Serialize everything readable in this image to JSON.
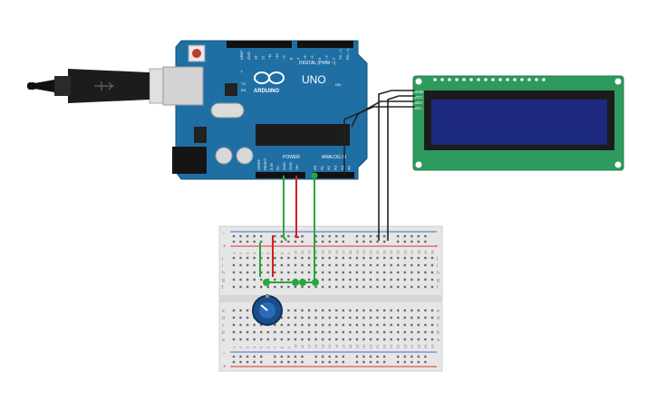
{
  "arduino": {
    "brand": "ARDUINO",
    "model": "UNO",
    "digital_label": "DIGITAL (PWM ~)",
    "power_label": "POWER",
    "analog_label": "ANALOG IN",
    "on_label": "ON",
    "led_labels": [
      "L",
      "TX",
      "RX"
    ],
    "digital_pins": [
      "AREF",
      "GND",
      "13",
      "12",
      "~11",
      "~10",
      "~9",
      "8",
      "7",
      "~6",
      "~5",
      "4",
      "~3",
      "2",
      "TX→1",
      "RX←0"
    ],
    "power_pins": [
      "IOREF",
      "RESET",
      "3.3V",
      "5V",
      "GND",
      "GND",
      "Vin"
    ],
    "analog_pins": [
      "A0",
      "A1",
      "A2",
      "A3",
      "A4",
      "A5"
    ]
  },
  "lcd": {
    "pins": [
      "GND",
      "VCC",
      "SDA",
      "SCL"
    ]
  },
  "breadboard": {
    "row_letters_top": [
      "j",
      "i",
      "h",
      "g",
      "f"
    ],
    "row_letters_bottom": [
      "e",
      "d",
      "c",
      "b",
      "a"
    ],
    "rail_plus": "+",
    "rail_minus": "-",
    "column_numbers": [
      "1",
      "2",
      "3",
      "4",
      "5",
      "6",
      "7",
      "8",
      "9",
      "10",
      "11",
      "12",
      "13",
      "14",
      "15",
      "16",
      "17",
      "18",
      "19",
      "20",
      "21",
      "22",
      "23",
      "24",
      "25",
      "26",
      "27",
      "28",
      "29",
      "30"
    ]
  },
  "colors": {
    "board": "#1f6fa4",
    "lcd_pcb": "#2e9a5e",
    "lcd_screen": "#1d2a80",
    "wire_green": "#27a83a",
    "wire_red": "#d62020",
    "wire_black": "#222222",
    "potentiometer": "#1a4e8a"
  },
  "icons": {
    "usb_cable": "usb-cable-icon",
    "potentiometer": "potentiometer-icon",
    "arduino_logo": "arduino-infinity-logo-icon"
  }
}
